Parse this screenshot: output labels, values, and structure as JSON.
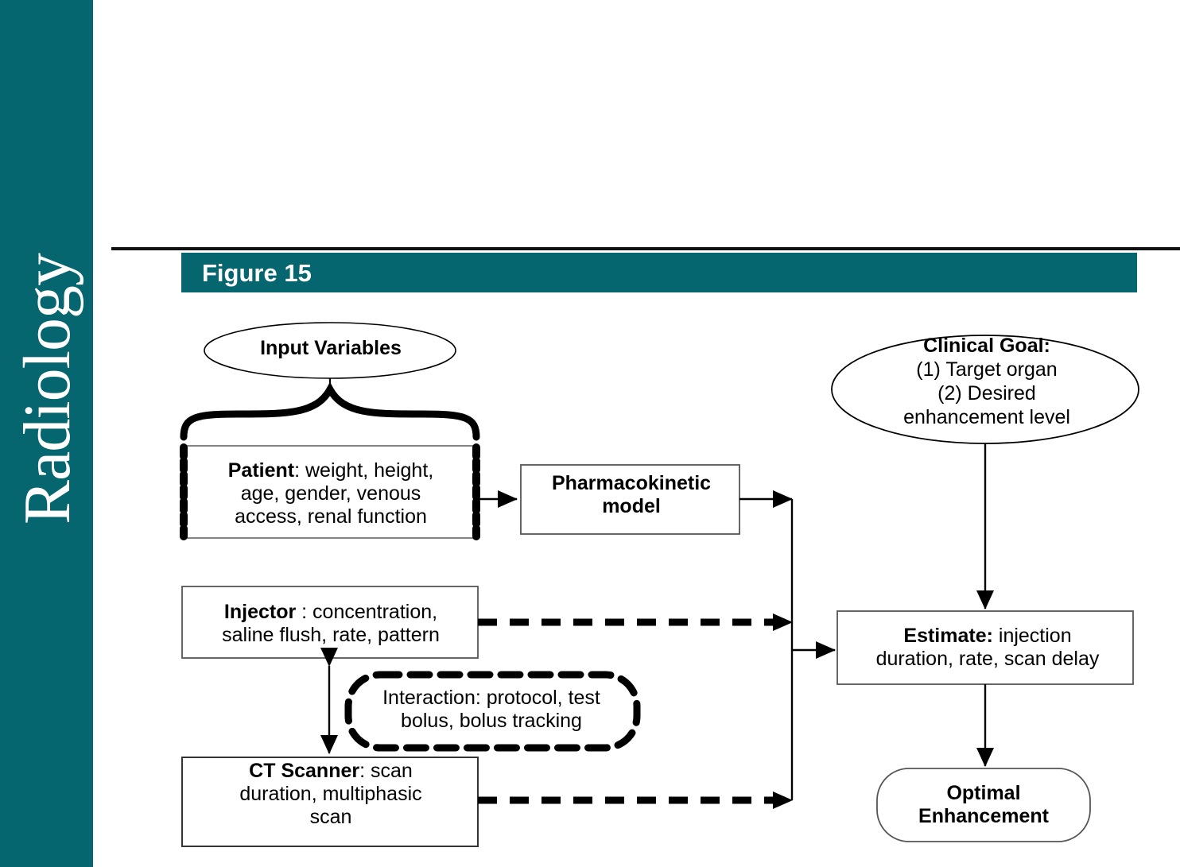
{
  "journal": {
    "name": "Radiology",
    "spine_color": "#056670"
  },
  "figure": {
    "banner_label": "Figure 15",
    "banner_color": "#056670",
    "rule_color": "#111111"
  },
  "chart_data": {
    "type": "diagram",
    "title": "Figure 15",
    "subtype": "flowchart",
    "nodes": [
      {
        "id": "input-variables",
        "shape": "ellipse",
        "label": "Input Variables",
        "bold_prefix": "Input Variables",
        "border": "solid-thin"
      },
      {
        "id": "clinical-goal",
        "shape": "ellipse",
        "label": "Clinical Goal:\n(1) Target organ\n(2) Desired\nenhancement level",
        "bold_prefix": "Clinical Goal:",
        "border": "solid-thin"
      },
      {
        "id": "patient",
        "shape": "rect",
        "label": "Patient: weight, height, age, gender, venous access, renal function",
        "bold_prefix": "Patient",
        "rest": ": weight, height,\nage, gender, venous\naccess, renal function",
        "border": "dotted-sides"
      },
      {
        "id": "pharmacokinetic-model",
        "shape": "rect",
        "label": "Pharmacokinetic model",
        "bold_prefix": "Pharmacokinetic\nmodel",
        "border": "solid-thin"
      },
      {
        "id": "injector",
        "shape": "rect",
        "label": "Injector : concentration, saline flush, rate, pattern",
        "bold_prefix": "Injector",
        "rest": " : concentration,\nsaline flush, rate, pattern",
        "border": "solid-thin"
      },
      {
        "id": "interaction",
        "shape": "rounded-rect",
        "label": "Interaction: protocol, test bolus, bolus tracking",
        "border": "dashed-thick"
      },
      {
        "id": "ct-scanner",
        "shape": "rect",
        "label": "CT Scanner: scan duration, multiphasic scan",
        "bold_prefix": "CT Scanner",
        "rest": ": scan\nduration, multiphasic\nscan",
        "border": "solid-thin"
      },
      {
        "id": "estimate",
        "shape": "rect",
        "label": "Estimate: injection duration, rate, scan delay",
        "bold_prefix": "Estimate:",
        "rest": " injection\nduration, rate, scan delay",
        "border": "solid-thin"
      },
      {
        "id": "optimal-enhancement",
        "shape": "rounded-rect",
        "label": "Optimal Enhancement",
        "bold_prefix": "Optimal\nEnhancement",
        "border": "solid-thin"
      }
    ],
    "edges": [
      {
        "from": "input-variables",
        "to": "patient",
        "style": "brace"
      },
      {
        "from": "patient",
        "to": "pharmacokinetic-model",
        "style": "solid-arrow"
      },
      {
        "from": "pharmacokinetic-model",
        "to": "estimate",
        "style": "solid-arrow"
      },
      {
        "from": "injector",
        "to": "estimate",
        "style": "dashed-arrow"
      },
      {
        "from": "ct-scanner",
        "to": "estimate",
        "style": "dashed-arrow"
      },
      {
        "from": "injector",
        "to": "ct-scanner",
        "style": "double-arrow"
      },
      {
        "from": "clinical-goal",
        "to": "estimate",
        "style": "solid-arrow"
      },
      {
        "from": "estimate",
        "to": "optimal-enhancement",
        "style": "solid-arrow"
      }
    ]
  },
  "nodes_text": {
    "input_variables": "Input Variables",
    "clinical_goal_title": "Clinical Goal:",
    "clinical_goal_line1": "(1) Target organ",
    "clinical_goal_line2": "(2) Desired",
    "clinical_goal_line3": "enhancement level",
    "patient_bold": "Patient",
    "patient_rest": ": weight, height,\nage, gender, venous\naccess, renal function",
    "pharmacokinetic": "Pharmacokinetic\nmodel",
    "injector_bold": "Injector",
    "injector_rest": " : concentration,\nsaline flush, rate, pattern",
    "interaction": "Interaction: protocol, test\nbolus, bolus tracking",
    "ct_scanner_bold": "CT Scanner",
    "ct_scanner_rest": ": scan\nduration, multiphasic\nscan",
    "estimate_bold": "Estimate:",
    "estimate_rest": " injection\nduration, rate, scan delay",
    "optimal_enhancement": "Optimal\nEnhancement"
  }
}
